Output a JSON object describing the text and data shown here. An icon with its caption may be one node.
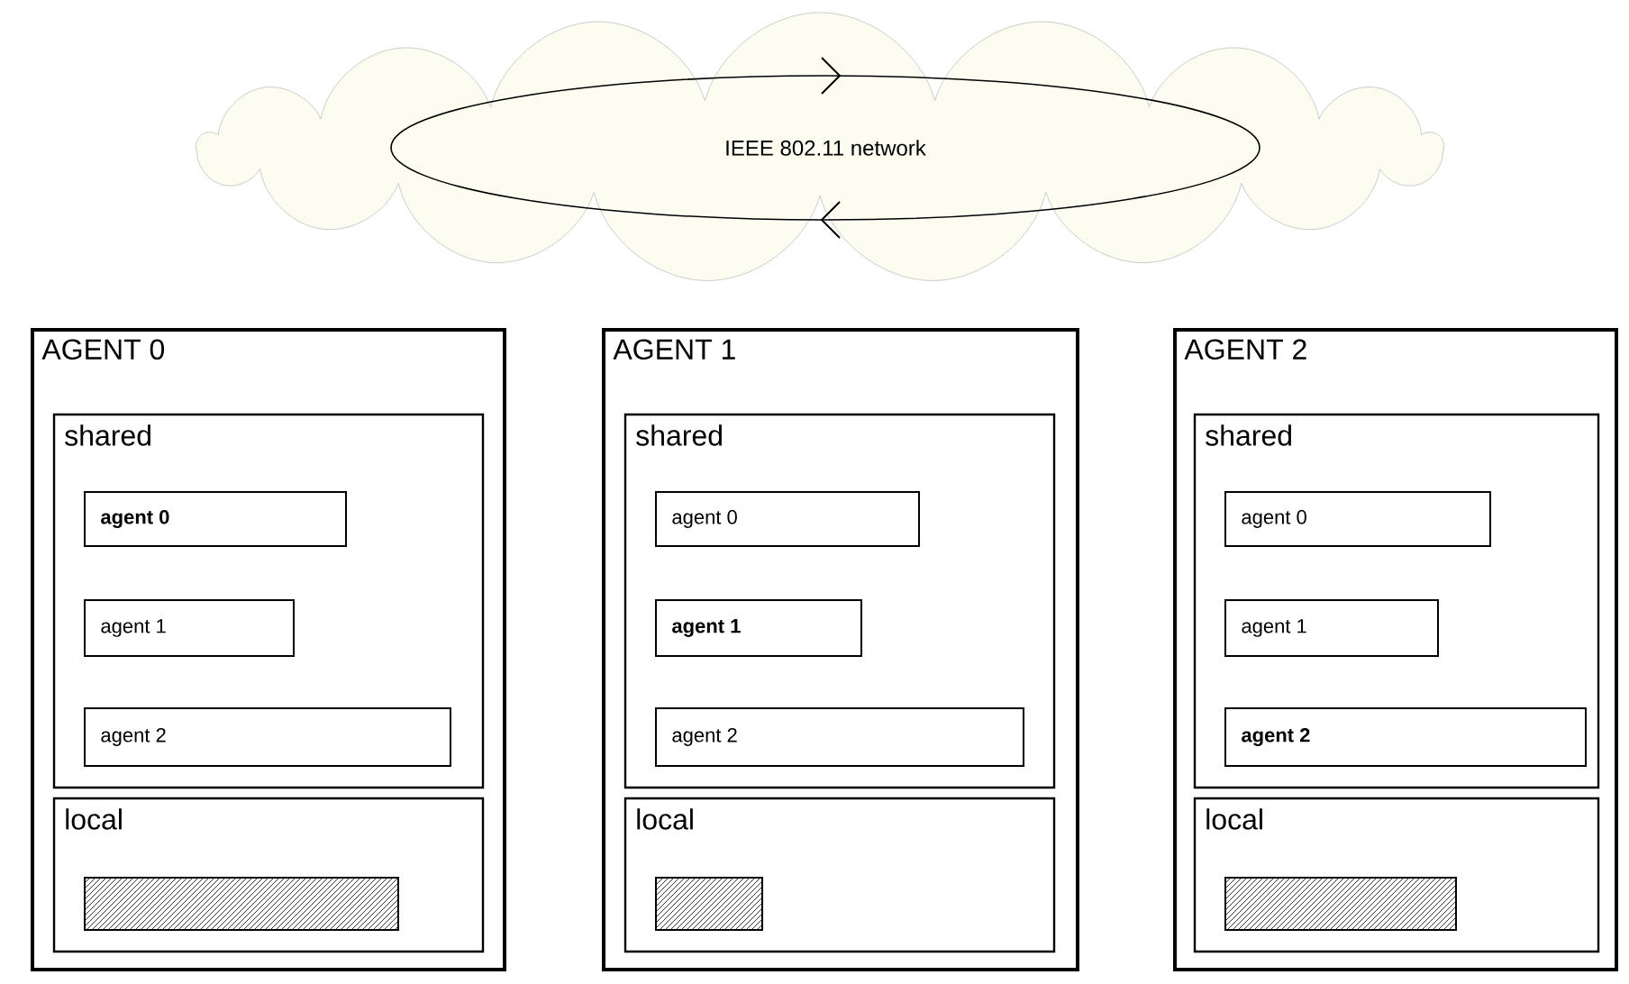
{
  "diagram": {
    "nodes": [
      {
        "text": [],
        "shape": "cloud"
      },
      {
        "text": [
          "IEEE 802.11 network"
        ],
        "in": 0
      },
      {
        "text": [
          "AGENT 0"
        ]
      },
      {
        "text": [
          "shared"
        ],
        "in": 2
      },
      {
        "text": [
          "agent 0"
        ],
        "in": 3
      },
      {
        "text": [
          "agent 1"
        ],
        "in": 3
      },
      {
        "text": [
          "agent 2"
        ],
        "in": 3
      },
      {
        "text": [
          "local"
        ],
        "in": 2
      },
      {
        "text": [],
        "shape": "bar",
        "in": 7
      },
      {
        "text": [
          "AGENT 1"
        ]
      },
      {
        "text": [
          "shared"
        ],
        "in": 9
      },
      {
        "text": [
          "agent 0"
        ],
        "in": 10
      },
      {
        "text": [
          "agent 1"
        ],
        "in": 10
      },
      {
        "text": [
          "agent 2"
        ],
        "in": 10
      },
      {
        "text": [
          "local"
        ],
        "in": 9
      },
      {
        "text": [],
        "shape": "bar",
        "in": 14
      },
      {
        "text": [
          "AGENT 2"
        ]
      },
      {
        "text": [
          "shared"
        ],
        "in": 16
      },
      {
        "text": [
          "agent 0"
        ],
        "in": 17
      },
      {
        "text": [
          "agent 1"
        ],
        "in": 17
      },
      {
        "text": [
          "agent 2"
        ],
        "in": 17
      },
      {
        "text": [
          "local"
        ],
        "in": 16
      },
      {
        "text": [],
        "shape": "bar",
        "in": 21
      }
    ]
  }
}
